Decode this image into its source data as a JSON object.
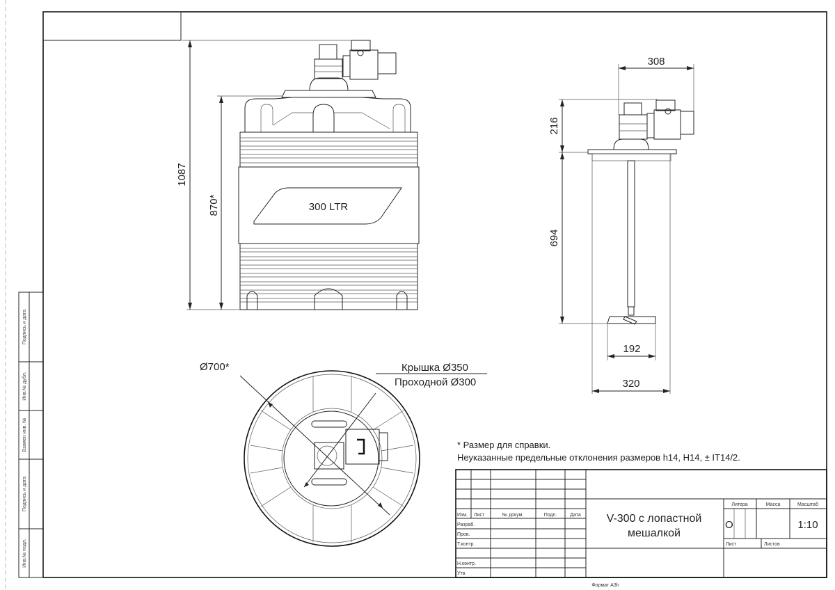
{
  "drawing": {
    "tank_label": "300 LTR",
    "dims": {
      "overall_height": "1087",
      "body_height": "870*",
      "motor_width": "308",
      "motor_height": "216",
      "shaft_length": "694",
      "impeller_diameter": "192",
      "flange_width": "320",
      "tank_diameter": "Ø700*"
    },
    "callouts": {
      "lid": "Крышка Ø350",
      "passage": "Проходной Ø300"
    }
  },
  "notes": [
    "* Размер для справки.",
    "Неуказанные предельные отклонения размеров h14, H14, ± IT14/2."
  ],
  "side_stamps": [
    "Подпись и дата",
    "Инв.№ дубл.",
    "Взамен инв. №",
    "Подпись и дата",
    "Инв.№ подл."
  ],
  "title_block": {
    "headers": {
      "izm": "Изм.",
      "list": "Лист",
      "doc": "№ докум.",
      "sign": "Подп.",
      "date": "Дата"
    },
    "roles": {
      "developer": "Разраб.",
      "checker": "Пров.",
      "tech_control": "Т.контр.",
      "norm_control": "Н.контр.",
      "approved": "Утв."
    },
    "title_line1": "V-300 с лопастной",
    "title_line2": "мешалкой",
    "litera_label": "Литера",
    "mass_label": "Масса",
    "scale_label": "Масштаб",
    "litera_value": "О",
    "scale_value": "1:10",
    "sheet_label": "Лист",
    "sheets_label": "Листов"
  },
  "format": "Формат A3h"
}
